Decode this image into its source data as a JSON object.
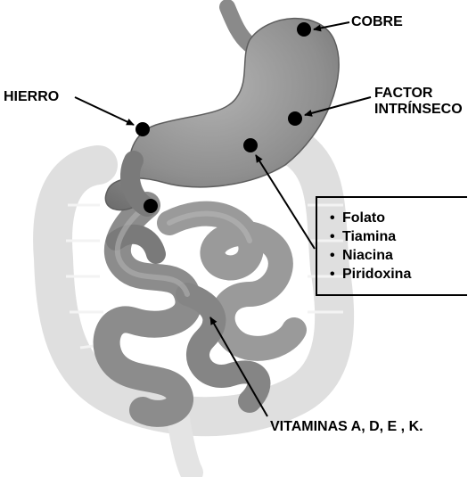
{
  "labels": {
    "cobre": "COBRE",
    "hierro": "HIERRO",
    "factor_line1": "FACTOR",
    "factor_line2": "INTRÍNSECO",
    "vitaminas": "VITAMINAS A, D, E , K."
  },
  "b_vitamins": [
    {
      "bullet": "•",
      "name": "Folato"
    },
    {
      "bullet": "•",
      "name": "Tiamina"
    },
    {
      "bullet": "•",
      "name": "Niacina"
    },
    {
      "bullet": "•",
      "name": "Piridoxina"
    }
  ],
  "colors": {
    "stomach": "#8c8c8c",
    "small_intestine": "#9a9a9a",
    "colon": "#d8d8d8",
    "marker": "#000000"
  }
}
